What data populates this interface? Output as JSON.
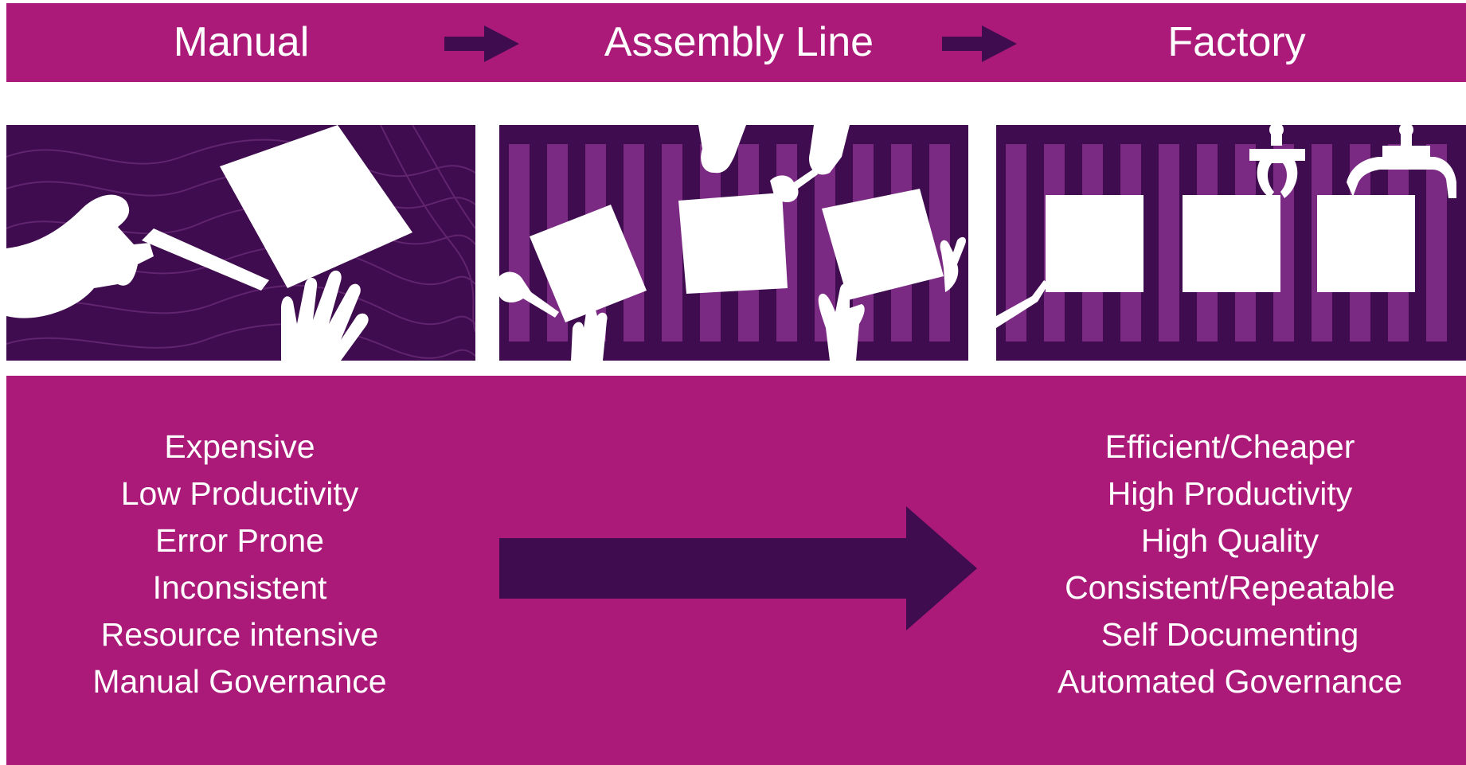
{
  "stages": [
    {
      "title": "Manual"
    },
    {
      "title": "Assembly Line"
    },
    {
      "title": "Factory"
    }
  ],
  "manual_traits": [
    "Expensive",
    "Low Productivity",
    "Error Prone",
    "Inconsistent",
    "Resource intensive",
    "Manual Governance"
  ],
  "factory_traits": [
    "Efficient/Cheaper",
    "High Productivity",
    "High Quality",
    "Consistent/Repeatable",
    "Self Documenting",
    "Automated Governance"
  ],
  "colors": {
    "magenta": "#ab1a79",
    "dark_purple": "#3f0c4f",
    "stripe_purple": "#7b2a84",
    "white": "#ffffff"
  },
  "icons": {
    "stage_arrow": "right-arrow-icon",
    "transition_arrow": "big-right-arrow-icon"
  }
}
